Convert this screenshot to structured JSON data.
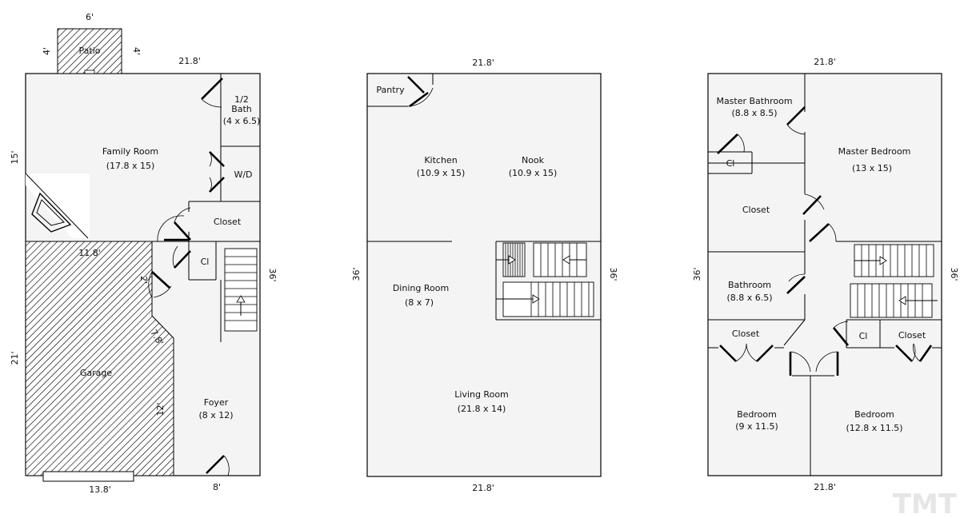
{
  "first_floor": {
    "patio": {
      "label": "Patio",
      "width": "6'",
      "depth_left": "4'",
      "depth_right": "4'"
    },
    "top_width": "21.8'",
    "left_dim_top": "15'",
    "left_dim_bottom": "21'",
    "right_dim": "36'",
    "bottom_left_dim": "13.8'",
    "bottom_right_dim": "8'",
    "garage_inner_dim": "11.8'",
    "garage_diag_dims": [
      "2'",
      "7.8'",
      "12'"
    ],
    "rooms": {
      "family_room": {
        "name": "Family Room",
        "size": "(17.8 x 15)"
      },
      "half_bath": {
        "name_line1": "1/2",
        "name_line2": "Bath",
        "size": "(4 x 6.5)"
      },
      "wd": {
        "name": "W/D"
      },
      "closet": {
        "name": "Closet"
      },
      "cl": {
        "name": "Cl"
      },
      "garage": {
        "name": "Garage"
      },
      "foyer": {
        "name": "Foyer",
        "size": "(8 x 12)"
      }
    }
  },
  "second_floor": {
    "top_width": "21.8'",
    "bottom_width": "21.8'",
    "left_dim": "36'",
    "right_dim": "36'",
    "rooms": {
      "pantry": {
        "name": "Pantry"
      },
      "kitchen": {
        "name": "Kitchen",
        "size": "(10.9 x 15)"
      },
      "nook": {
        "name": "Nook",
        "size": "(10.9 x 15)"
      },
      "dining_room": {
        "name": "Dining Room",
        "size": "(8 x 7)"
      },
      "living_room": {
        "name": "Living Room",
        "size": "(21.8 x 14)"
      }
    }
  },
  "third_floor": {
    "top_width": "21.8'",
    "bottom_width": "21.8'",
    "left_dim": "36'",
    "right_dim": "36'",
    "rooms": {
      "master_bath": {
        "name": "Master Bathroom",
        "size": "(8.8 x 8.5)"
      },
      "master_bed": {
        "name": "Master Bedroom",
        "size": "(13 x 15)"
      },
      "cl_top": {
        "name": "Cl"
      },
      "closet": {
        "name": "Closet"
      },
      "bathroom": {
        "name": "Bathroom",
        "size": "(8.8 x 6.5)"
      },
      "closet_left": {
        "name": "Closet"
      },
      "cl_mid": {
        "name": "Cl"
      },
      "closet_right": {
        "name": "Closet"
      },
      "bedroom_left": {
        "name": "Bedroom",
        "size": "(9 x 11.5)"
      },
      "bedroom_right": {
        "name": "Bedroom",
        "size": "(12.8 x 11.5)"
      }
    }
  },
  "watermark": "TMT"
}
